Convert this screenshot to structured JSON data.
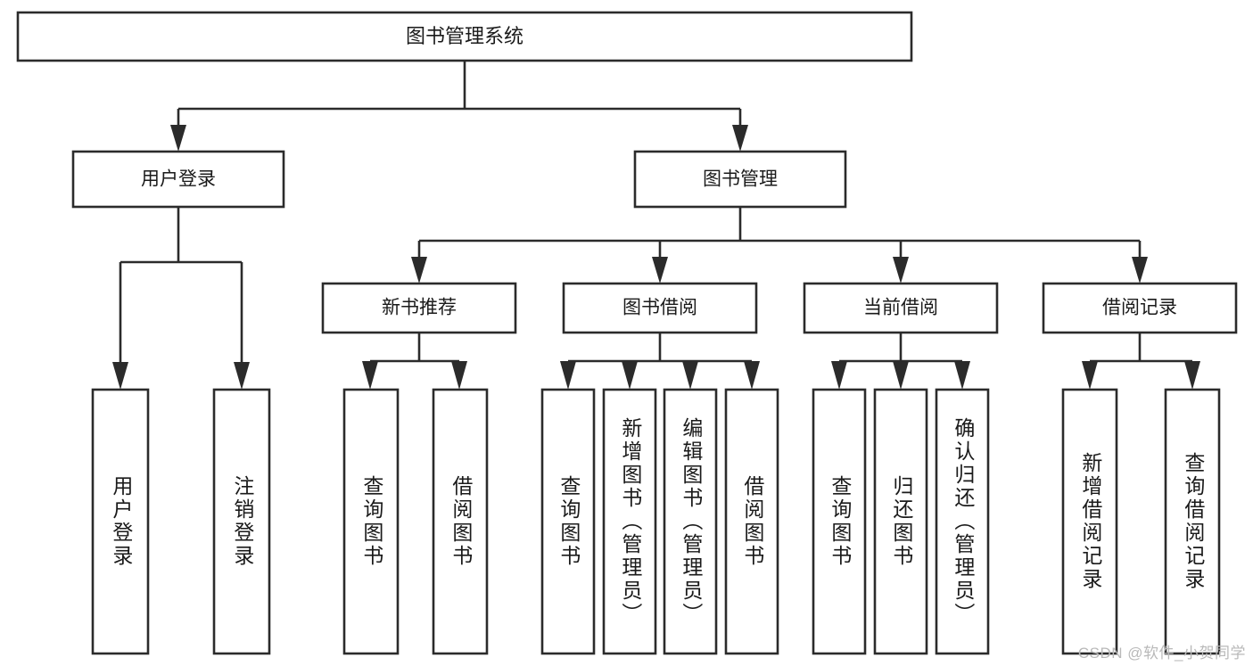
{
  "diagram": {
    "title": "图书管理系统",
    "type": "tree-hierarchy-diagram",
    "root": {
      "label": "图书管理系统"
    },
    "level2": [
      {
        "label": "用户登录"
      },
      {
        "label": "图书管理"
      }
    ],
    "level3": [
      {
        "label": "新书推荐",
        "parent": "图书管理"
      },
      {
        "label": "图书借阅",
        "parent": "图书管理"
      },
      {
        "label": "当前借阅",
        "parent": "图书管理"
      },
      {
        "label": "借阅记录",
        "parent": "图书管理"
      }
    ],
    "leaves": {
      "user_login": [
        {
          "label": "用户登录"
        },
        {
          "label": "注销登录"
        }
      ],
      "new_book_recommend": [
        {
          "label": "查询图书"
        },
        {
          "label": "借阅图书"
        }
      ],
      "book_borrow": [
        {
          "label": "查询图书"
        },
        {
          "label": "新增图书（管理员）"
        },
        {
          "label": "编辑图书（管理员）"
        },
        {
          "label": "借阅图书"
        }
      ],
      "current_borrow": [
        {
          "label": "查询图书"
        },
        {
          "label": "归还图书"
        },
        {
          "label": "确认归还（管理员）"
        }
      ],
      "borrow_record": [
        {
          "label": "新增借阅记录"
        },
        {
          "label": "查询借阅记录"
        }
      ]
    },
    "watermark": "CSDN @软件_小贺同学",
    "colors": {
      "stroke": "#2b2b2b",
      "box_fill": "#ffffff",
      "text": "#1a1a1a",
      "background": "#ffffff",
      "watermark": "#b9b9b9"
    }
  }
}
